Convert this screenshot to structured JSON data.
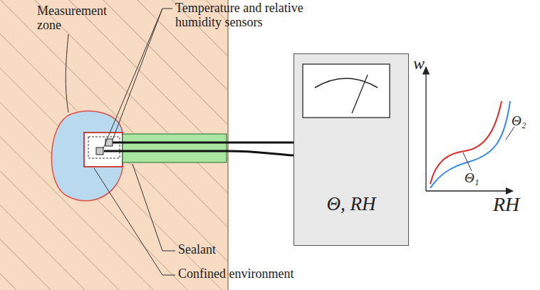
{
  "diagram": {
    "nodes": [
      {
        "text": [
          "Θ, RH"
        ]
      }
    ],
    "labels": [
      "Measurement zone",
      "Temperature and relative humidity sensors",
      "Sealant",
      "Confined environment",
      "w",
      "RH",
      "Θ₁",
      "Θ₂"
    ]
  }
}
